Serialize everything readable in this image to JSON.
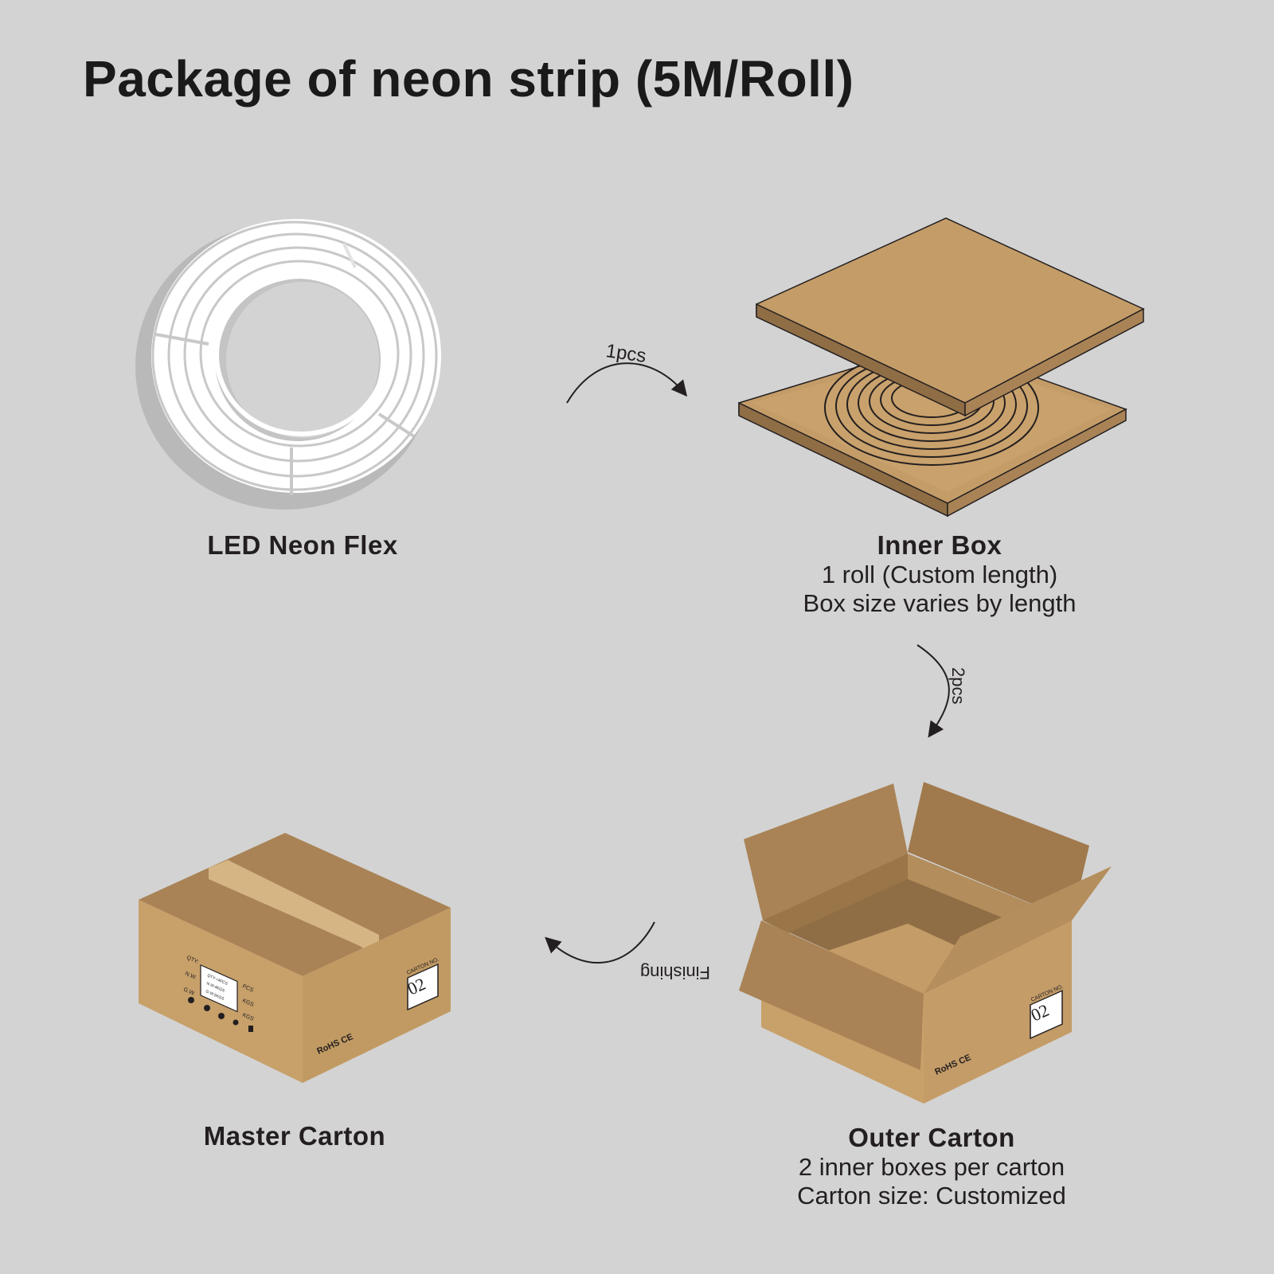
{
  "title": "Package of neon strip (5M/Roll)",
  "steps": {
    "neon_flex": {
      "name": "LED Neon Flex"
    },
    "inner_box": {
      "name": "Inner Box",
      "line1": "1 roll (Custom length)",
      "line2": "Box size varies by length"
    },
    "outer_carton": {
      "name": "Outer Carton",
      "line1": "2 inner boxes per carton",
      "line2": "Carton size: Customized",
      "label_small": "CARTON   NO.",
      "label_number": "02"
    },
    "master_carton": {
      "name": "Master Carton",
      "label_small": "CARTON   NO.",
      "label_number": "02",
      "spec_left": [
        "QTY:",
        "N.W.",
        "G.W."
      ],
      "spec_box": [
        "QTY:=4PCS",
        "N.W:4KGS",
        "G.W:5KGS"
      ],
      "spec_right": [
        "PCS",
        "KGS",
        "KGS"
      ],
      "marks": "RoHS  CE"
    }
  },
  "arrows": {
    "a1": "1pcs",
    "a2": "2pcs",
    "a3": "Finishing"
  },
  "colors": {
    "background": "#d3d3d3",
    "cardboard_light": "#c19a63",
    "cardboard_mid": "#a98356",
    "cardboard_dark": "#8b6b43",
    "neon": "#ffffff"
  }
}
